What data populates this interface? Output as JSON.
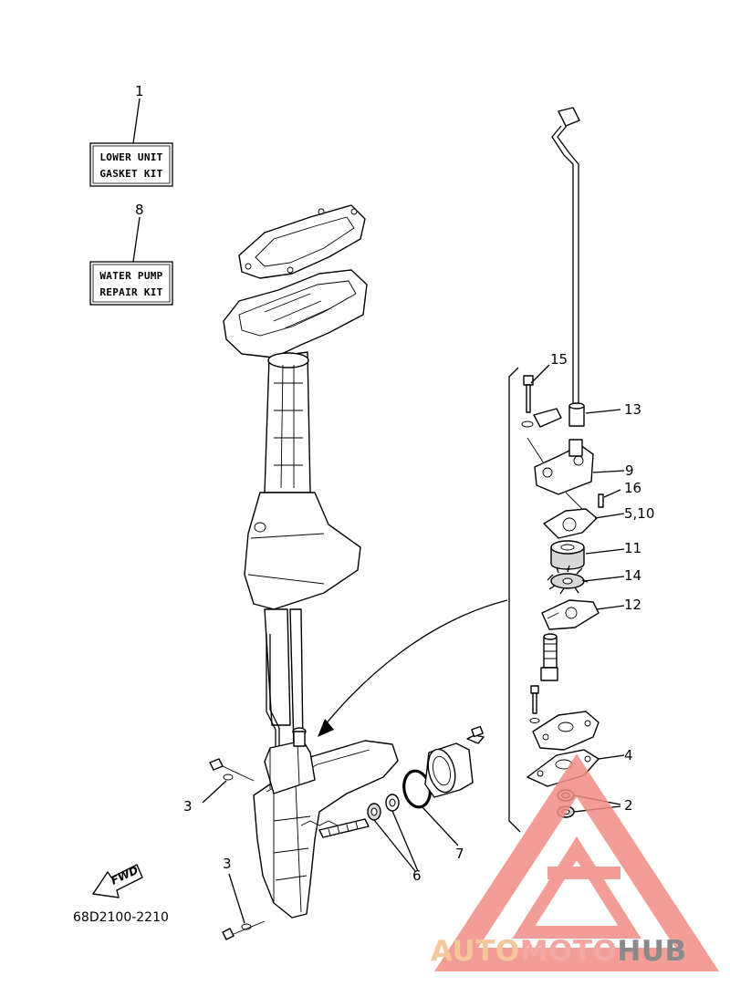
{
  "callouts": {
    "c1": "1",
    "c8": "8",
    "c15": "15",
    "c13": "13",
    "c9": "9",
    "c16": "16",
    "c5_10": "5,10",
    "c11": "11",
    "c14": "14",
    "c12": "12",
    "c4": "4",
    "c2": "2",
    "c3a": "3",
    "c3b": "3",
    "c6": "6",
    "c7": "7"
  },
  "kits": {
    "gasket_kit": {
      "line1": "LOWER UNIT",
      "line2": "GASKET KIT"
    },
    "water_pump_kit": {
      "line1": "WATER PUMP",
      "line2": "REPAIR KIT"
    }
  },
  "direction_label": "FWD",
  "diagram_code": "68D2100-2210",
  "watermark": {
    "part1": "AUTO",
    "part2": "MOTO",
    "part3": "HUB",
    "colors": {
      "auto": "#f6c79a",
      "moto": "#f4a6a2",
      "hub": "#8a8a8a",
      "triangle": "#f08c84"
    }
  }
}
